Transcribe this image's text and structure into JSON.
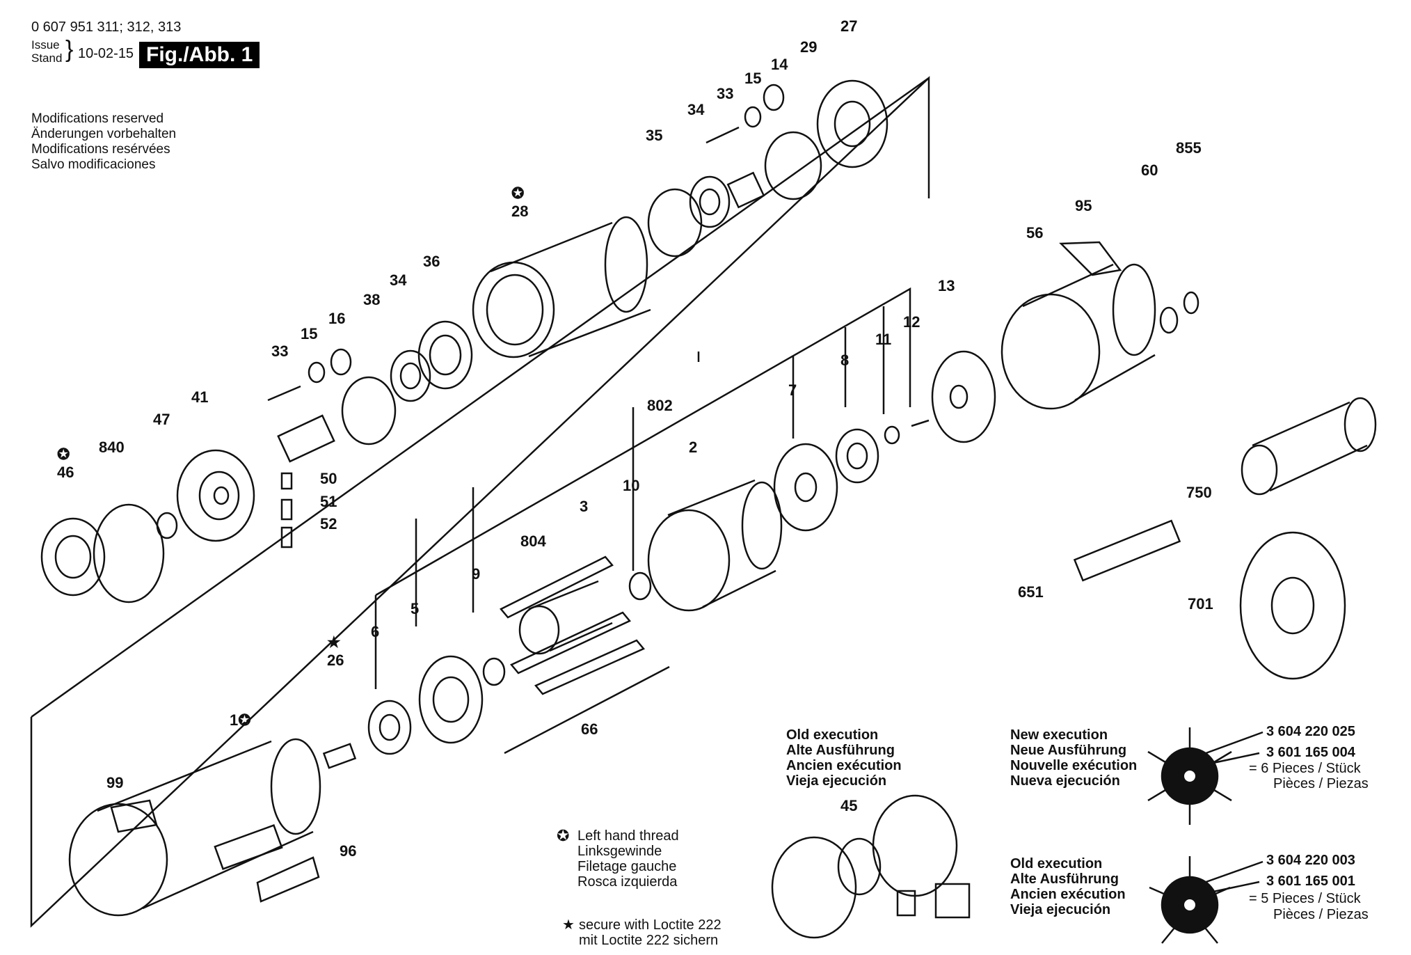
{
  "header": {
    "part_numbers": "0 607 951 311; 312, 313",
    "issue_label": "Issue",
    "stand_label": "Stand",
    "date": "10-02-15",
    "figure": "Fig./Abb. 1"
  },
  "notes": [
    "Modifications reserved",
    "Änderungen vorbehalten",
    "Modifications resérvées",
    "Salvo modificaciones"
  ],
  "part_labels": {
    "p27": "27",
    "p29": "29",
    "p14": "14",
    "p15a": "15",
    "p33a": "33",
    "p34a": "34",
    "p35": "35",
    "p28": "28",
    "p36": "36",
    "p34b": "34",
    "p38": "38",
    "p16": "16",
    "p15b": "15",
    "p33b": "33",
    "p41": "41",
    "p47": "47",
    "p840": "840",
    "p46": "46",
    "p50": "50",
    "p51": "51",
    "p52": "52",
    "p855": "855",
    "p60": "60",
    "p95": "95",
    "p56": "56",
    "p13": "13",
    "p12": "12",
    "p11": "11",
    "p8": "8",
    "p7": "7",
    "p802": "802",
    "p2": "2",
    "p10": "10",
    "p3": "3",
    "p804": "804",
    "p9": "9",
    "p5": "5",
    "p6": "6",
    "p26": "26",
    "p1": "1",
    "p99": "99",
    "p96": "96",
    "p66": "66",
    "p750": "750",
    "p651": "651",
    "p701": "701",
    "p45": "45"
  },
  "old_execution_block": [
    "Old execution",
    "Alte Ausführung",
    "Ancien exécution",
    "Vieja ejecución"
  ],
  "new_execution_block": [
    "New execution",
    "Neue Ausführung",
    "Nouvelle exécution",
    "Nueva ejecución"
  ],
  "old_execution_block2": [
    "Old execution",
    "Alte Ausführung",
    "Ancien exécution",
    "Vieja ejecución"
  ],
  "new_parts": {
    "a": "3 604 220 025",
    "b": "3 601 165 004",
    "pieces": "= 6 Pieces / Stück",
    "pieces2": "Pièces / Piezas"
  },
  "old_parts": {
    "a": "3 604 220 003",
    "b": "3 601 165 001",
    "pieces": "= 5 Pieces / Stück",
    "pieces2": "Pièces / Piezas"
  },
  "legend": {
    "left_hand": [
      "Left hand thread",
      "Linksgewinde",
      "Filetage gauche",
      "Rosca izquierda"
    ],
    "loctite": [
      "secure with Loctite 222",
      "mit Loctite 222 sichern"
    ]
  }
}
